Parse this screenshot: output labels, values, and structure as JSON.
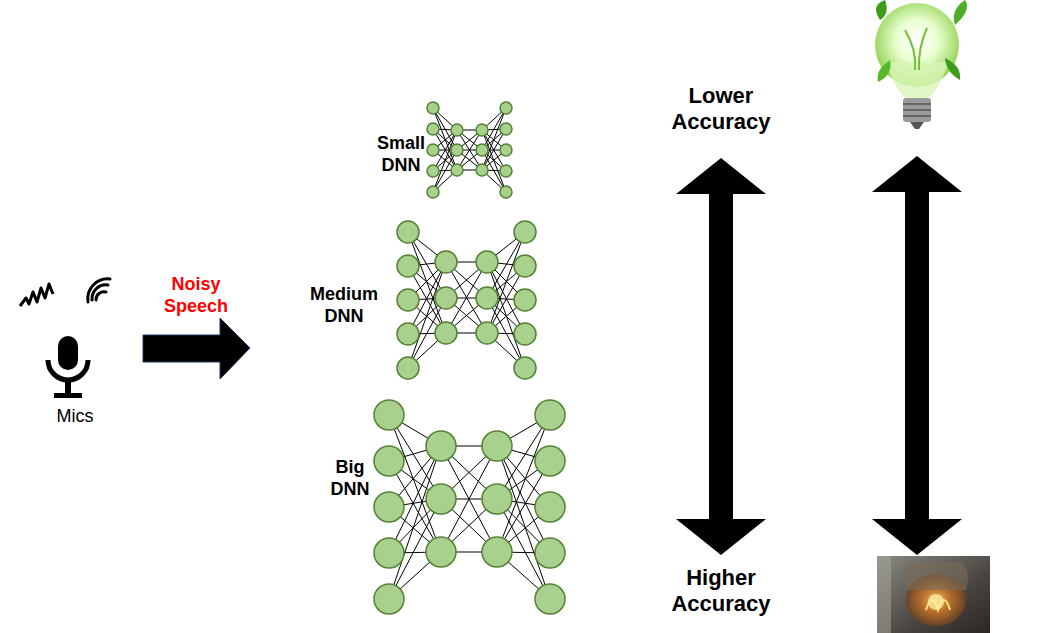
{
  "diagram": {
    "labels": [
      "Lower Accuracy",
      "Small DNN",
      "Noisy Speech",
      "Medium DNN",
      "Mics",
      "Big DNN",
      "Higher Accuracy"
    ]
  }
}
